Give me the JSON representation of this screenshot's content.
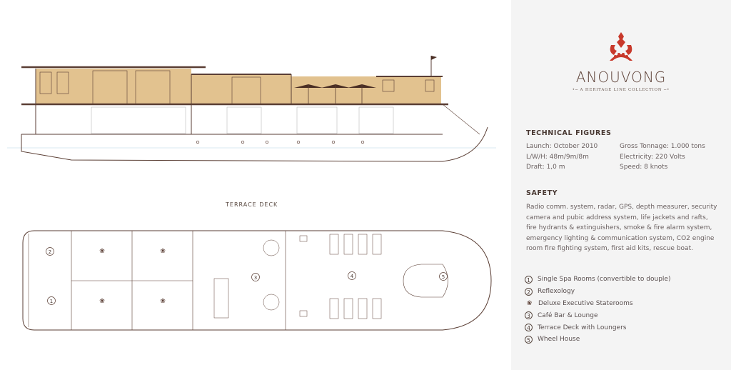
{
  "drawing": {
    "deck_label": "TERRACE DECK",
    "plan_numbers": [
      "1",
      "2",
      "3",
      "4",
      "5"
    ]
  },
  "brand": {
    "name": "ANOUVONG",
    "subtitle": "A HERITAGE LINE COLLECTION",
    "logo_color": "#c8392b"
  },
  "technical": {
    "title": "TECHNICAL FIGURES",
    "left": [
      "Launch: October 2010",
      "L/W/H: 48m/9m/8m",
      "Draft: 1,0 m"
    ],
    "right": [
      "Gross Tonnage: 1.000 tons",
      "Electricity: 220 Volts",
      "Speed: 8 knots"
    ]
  },
  "safety": {
    "title": "SAFETY",
    "text": "Radio comm. system, radar, GPS, depth measurer, security camera and pubic address system, life jackets and rafts, fire hydrants & extinguishers, smoke & fire alarm system, emergency lighting & communication system, CO2 engine room fire fighting system, first aid kits, rescue boat."
  },
  "legend": [
    {
      "marker": "1",
      "label": "Single Spa Rooms (convertible to douple)"
    },
    {
      "marker": "2",
      "label": "Reflexology"
    },
    {
      "marker": "lotus-icon",
      "label": "Deluxe Executive Staterooms"
    },
    {
      "marker": "3",
      "label": "Café Bar & Lounge"
    },
    {
      "marker": "4",
      "label": "Terrace Deck with Loungers"
    },
    {
      "marker": "5",
      "label": "Wheel House"
    }
  ],
  "colors": {
    "line": "#5a3e34",
    "tan": "#e2c28f",
    "panel": "#f4f4f4"
  }
}
